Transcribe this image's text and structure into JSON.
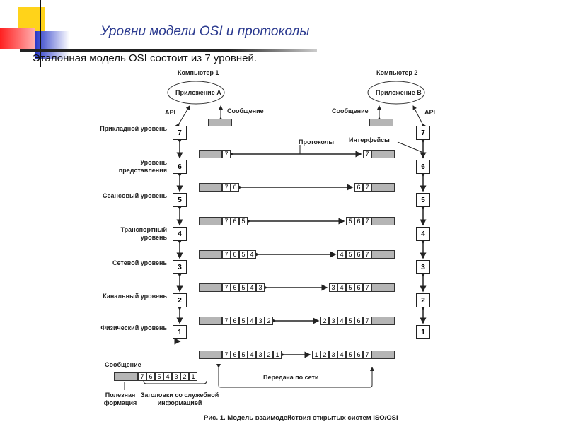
{
  "slide": {
    "title": "Уровни модели OSI и протоколы",
    "subtitle": "Эталонная модель OSI состоит из 7 уровней."
  },
  "diagram": {
    "computer1": "Компьютер 1",
    "computer2": "Компьютер 2",
    "appA": "Приложение A",
    "appB": "Приложение B",
    "api": "API",
    "message": "Сообщение",
    "protocols": "Протоколы",
    "interfaces": "Интерфейсы",
    "layers": [
      {
        "num": "7",
        "name": "Прикладной уровень"
      },
      {
        "num": "6",
        "name": "Уровень представления"
      },
      {
        "num": "5",
        "name": "Сеансовый уровень"
      },
      {
        "num": "4",
        "name": "Транспортный уровень"
      },
      {
        "num": "3",
        "name": "Сетевой уровень"
      },
      {
        "num": "2",
        "name": "Канальный уровень"
      },
      {
        "num": "1",
        "name": "Физический уровень"
      }
    ],
    "network": "Передача по сети",
    "legend": {
      "message": "Сообщение",
      "payload": "Полезная формация",
      "headers": "Заголовки со служебной информацией",
      "cells": [
        "7",
        "6",
        "5",
        "4",
        "3",
        "2",
        "1"
      ]
    },
    "caption": "Рис. 1. Модель взаимодействия открытых систем ISO/OSI"
  }
}
